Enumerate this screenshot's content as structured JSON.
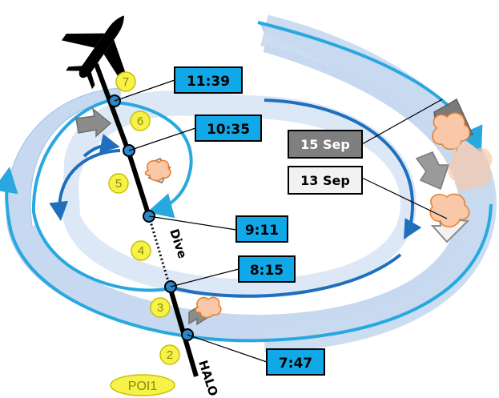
{
  "times": [
    "11:39",
    "10:35",
    "9:11",
    "8:15",
    "7:47"
  ],
  "dates": {
    "first": "15 Sep",
    "second": "13 Sep"
  },
  "segments": [
    "2",
    "3",
    "4",
    "5",
    "6",
    "7"
  ],
  "labels": {
    "dive": "Dive",
    "halo": "HALO",
    "poi": "POI1"
  },
  "colors": {
    "band_fill": "#c6d9f0",
    "band_edge": "#29a8e0",
    "inner_arrow": "#1f6fbd",
    "time_box": "#11a8e8",
    "track": "#000000",
    "waypoint": "#2c86c7",
    "segment_fill": "#f6f24a",
    "date_dark": "#7f7f7f",
    "date_light": "#f2f2f2",
    "cloud": "#f8c8a8",
    "cloud_edge": "#e77c2c"
  },
  "icons": [
    "airplane-icon",
    "cloud-icon",
    "flow-arrow-icon"
  ]
}
